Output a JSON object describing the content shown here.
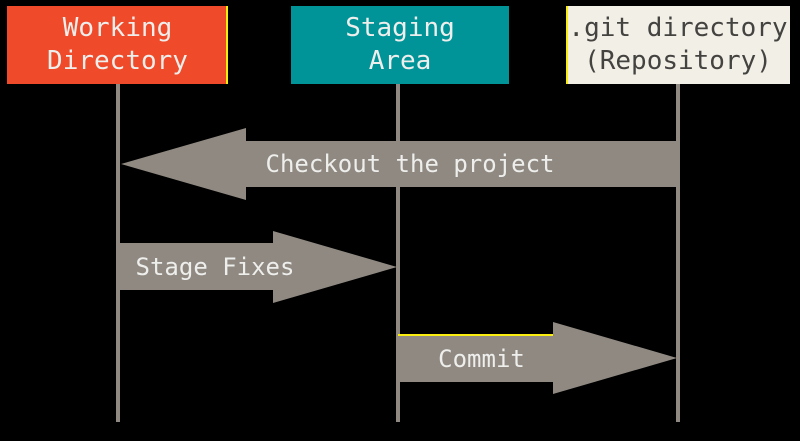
{
  "colors": {
    "bg": "#000000",
    "orange": "#ef4a29",
    "teal": "#009499",
    "cream": "#f1efe6",
    "gray": "#8f8981",
    "yellow": "#f9ee10",
    "light_text": "#eeeeec",
    "dark_text": "#454340"
  },
  "boxes": [
    {
      "id": "working-directory",
      "line1": "Working",
      "line2": "Directory"
    },
    {
      "id": "staging-area",
      "line1": "Staging",
      "line2": "Area"
    },
    {
      "id": "git-directory",
      "line1": ".git directory",
      "line2": "(Repository)"
    }
  ],
  "arrows": [
    {
      "id": "checkout",
      "label": "Checkout the project",
      "direction": "left",
      "from": "git-directory",
      "to": "working-directory"
    },
    {
      "id": "stage-fixes",
      "label": "Stage Fixes",
      "direction": "right",
      "from": "working-directory",
      "to": "staging-area"
    },
    {
      "id": "commit",
      "label": "Commit",
      "direction": "right",
      "from": "staging-area",
      "to": "git-directory"
    }
  ]
}
